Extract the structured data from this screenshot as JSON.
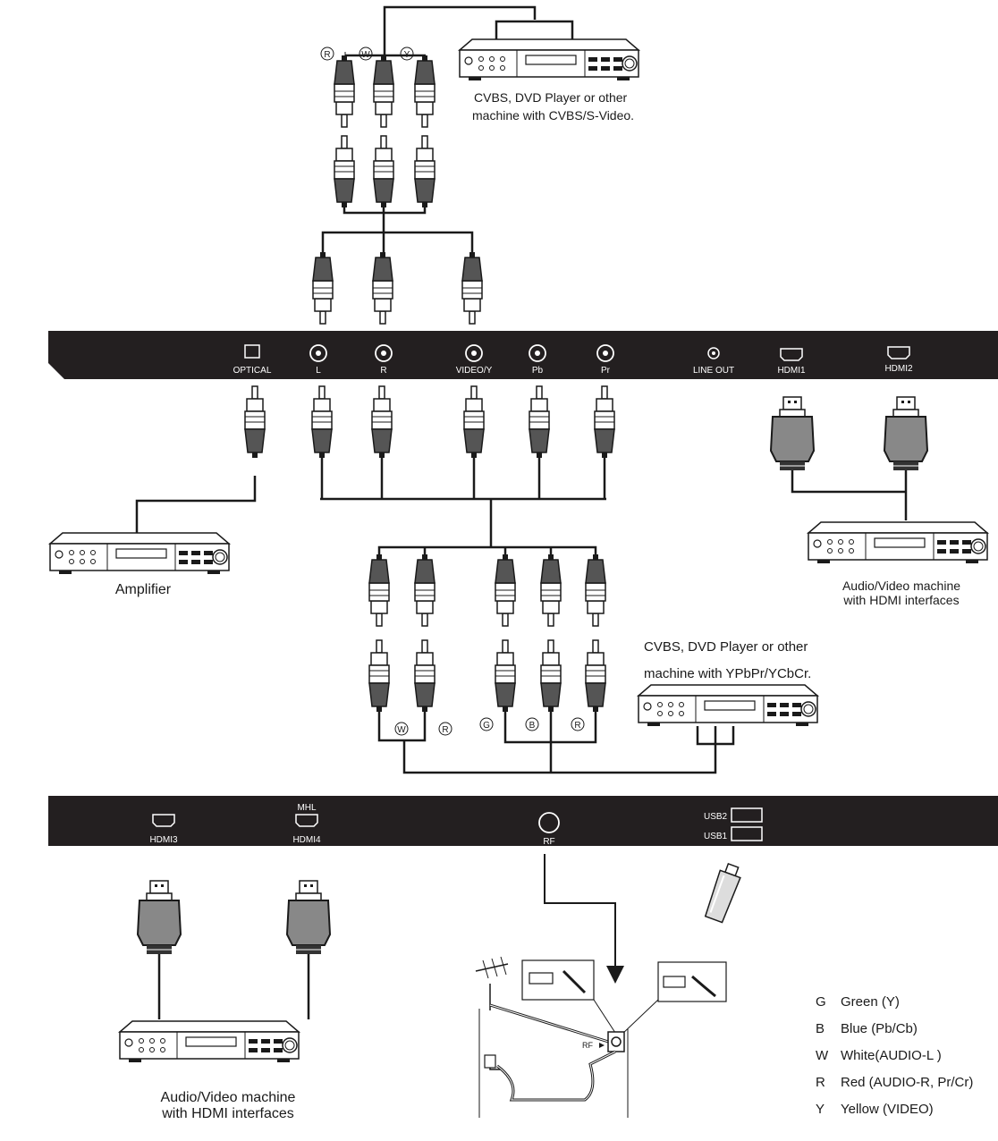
{
  "panel_top": {
    "ports": [
      "OPTICAL",
      "L",
      "R",
      "VIDEO/Y",
      "Pb",
      "Pr",
      "LINE OUT",
      "HDMI1",
      "HDMI2"
    ]
  },
  "panel_bottom": {
    "ports": [
      "HDMI3",
      "HDMI4",
      "RF",
      "USB2",
      "USB1"
    ],
    "mhl_label": "MHL"
  },
  "devices": {
    "cvbs_top_line1": "CVBS, DVD Player or other",
    "cvbs_top_line2": "machine with CVBS/S-Video.",
    "amplifier": "Amplifier",
    "hdmi_right_line1": "Audio/Video machine",
    "hdmi_right_line2": "with HDMI interfaces",
    "ypbpr_line1": "CVBS, DVD  Player or other",
    "ypbpr_line2": "machine with YPbPr/YCbCr.",
    "hdmi_bottom_line1": "Audio/Video machine",
    "hdmi_bottom_line2": "with HDMI interfaces"
  },
  "connector_marks": {
    "top": [
      "R",
      "W",
      "Y"
    ],
    "mid_left": [
      "W",
      "R"
    ],
    "mid_right": [
      "G",
      "B",
      "R"
    ]
  },
  "rf_label": "RF",
  "legend": [
    {
      "key": "G",
      "text": "Green (Y)"
    },
    {
      "key": "B",
      "text": "Blue (Pb/Cb)"
    },
    {
      "key": "W",
      "text": "White(AUDIO-L )"
    },
    {
      "key": "R",
      "text": "Red (AUDIO-R, Pr/Cr)"
    },
    {
      "key": "Y",
      "text": "Yellow (VIDEO)"
    }
  ]
}
